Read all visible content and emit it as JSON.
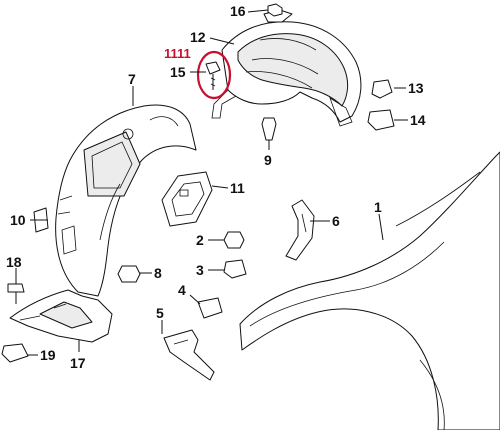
{
  "callouts": {
    "c1": "1",
    "c2": "2",
    "c3": "3",
    "c4": "4",
    "c5": "5",
    "c6": "6",
    "c7": "7",
    "c8": "8",
    "c9": "9",
    "c10": "10",
    "c11": "11",
    "c12": "12",
    "c13": "13",
    "c14": "14",
    "c15": "15",
    "c16": "16",
    "c17": "17",
    "c18": "18",
    "c19": "19"
  },
  "highlight": {
    "label": "1111",
    "color": "#c8102e"
  },
  "colors": {
    "line": "#111111",
    "background": "#ffffff"
  }
}
